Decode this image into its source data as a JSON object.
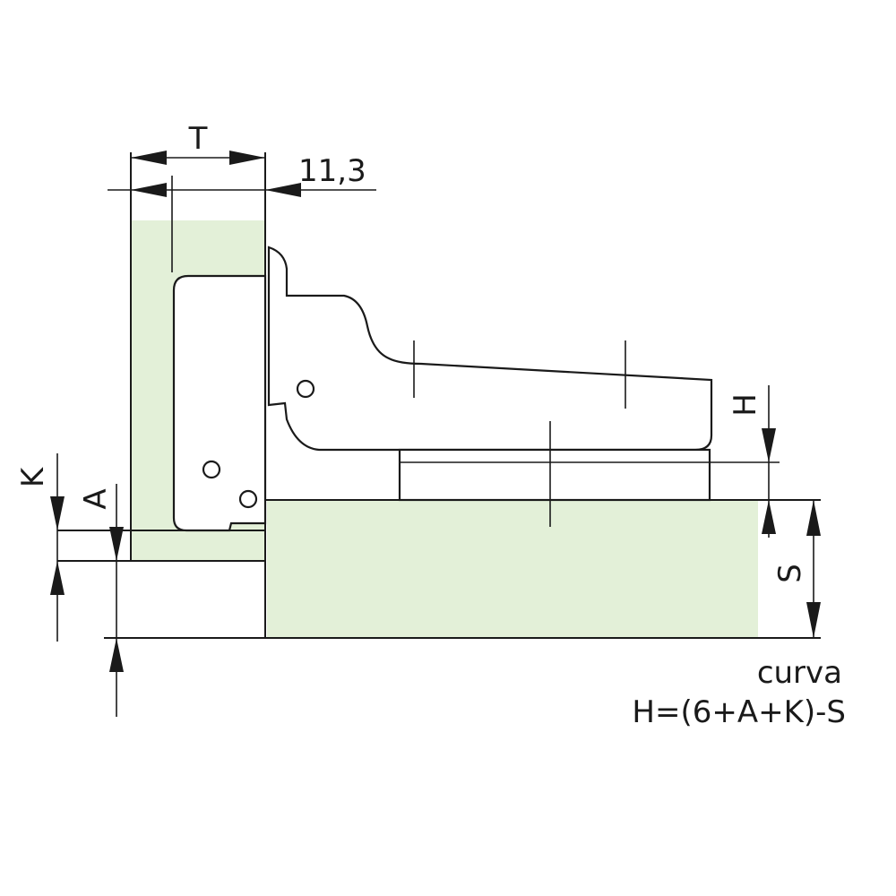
{
  "labels": {
    "dim_t": "T",
    "dim_offset": "11,3",
    "dim_h": "H",
    "dim_k": "K",
    "dim_a": "A",
    "dim_s": "S",
    "type": "curva",
    "formula": "H=(6+A+K)-S"
  },
  "colors": {
    "panel_fill": "#e3f0d8",
    "line": "#1a1a1a"
  }
}
